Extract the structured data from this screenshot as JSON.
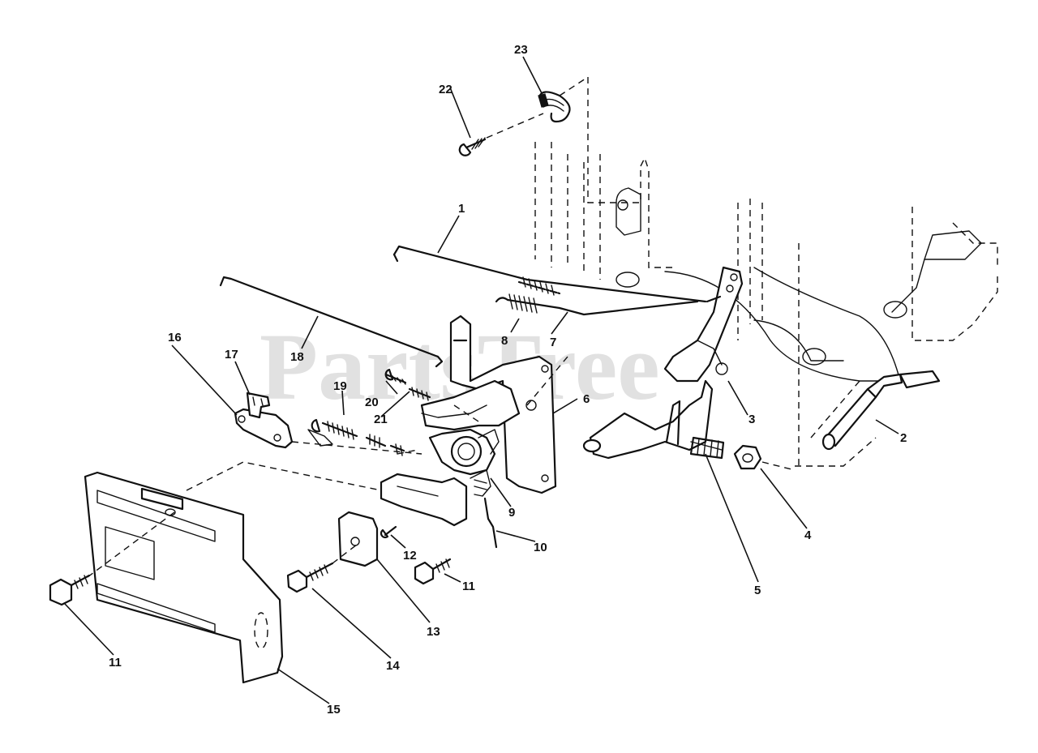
{
  "watermark": "PartsTree",
  "callouts": [
    {
      "id": "c1",
      "text": "1"
    },
    {
      "id": "c2",
      "text": "2"
    },
    {
      "id": "c3",
      "text": "3"
    },
    {
      "id": "c4",
      "text": "4"
    },
    {
      "id": "c5",
      "text": "5"
    },
    {
      "id": "c6",
      "text": "6"
    },
    {
      "id": "c7",
      "text": "7"
    },
    {
      "id": "c8",
      "text": "8"
    },
    {
      "id": "c9",
      "text": "9"
    },
    {
      "id": "c10",
      "text": "10"
    },
    {
      "id": "c11a",
      "text": "11"
    },
    {
      "id": "c11b",
      "text": "11"
    },
    {
      "id": "c12",
      "text": "12"
    },
    {
      "id": "c13",
      "text": "13"
    },
    {
      "id": "c14",
      "text": "14"
    },
    {
      "id": "c15",
      "text": "15"
    },
    {
      "id": "c16",
      "text": "16"
    },
    {
      "id": "c17",
      "text": "17"
    },
    {
      "id": "c18",
      "text": "18"
    },
    {
      "id": "c19",
      "text": "19"
    },
    {
      "id": "c20",
      "text": "20"
    },
    {
      "id": "c21",
      "text": "21"
    },
    {
      "id": "c22",
      "text": "22"
    },
    {
      "id": "c23",
      "text": "23"
    }
  ]
}
